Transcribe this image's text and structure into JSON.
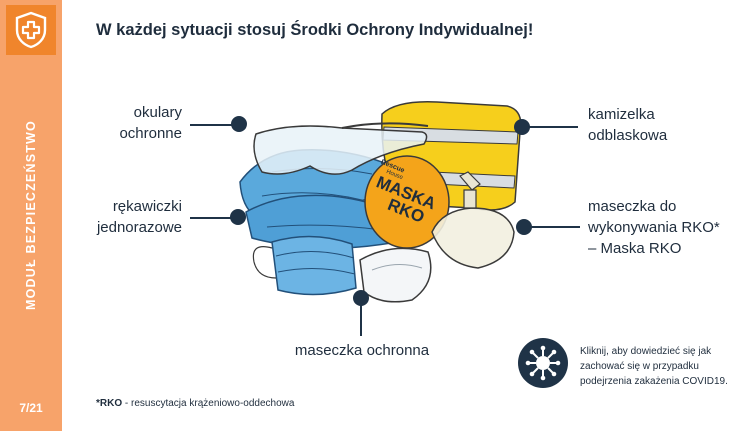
{
  "sidebar": {
    "icon": "shield-cross-icon",
    "module_label": "MODUŁ BEZPIECZEŃSTWO",
    "page": "7/21",
    "colors": {
      "background": "#f7a36a",
      "icon_box": "#f0852c"
    }
  },
  "title": "W każdej sytuacji stosuj Środki Ochrony Indywidualnej!",
  "labels": {
    "glasses_line1": "okulary",
    "glasses_line2": "ochronne",
    "gloves_line1": "rękawiczki",
    "gloves_line2": "jednorazowe",
    "mask": "maseczka ochronna",
    "vest_line1": "kamizelka",
    "vest_line2": "odblaskowa",
    "cpr_line1": "maseczka do",
    "cpr_line2": "wykonywania RKO*",
    "cpr_line3": "– Maska RKO"
  },
  "illustration": {
    "case_text_line1": "MASKA",
    "case_text_line2": "RKO",
    "brand_line1": "Rescue",
    "brand_line2": "House"
  },
  "covid": {
    "icon": "virus-icon",
    "text": "Kliknij, aby dowiedzieć się jak zachować się w przypadku podejrzenia zakażenia COVID19."
  },
  "footnote": {
    "term": "*RKO",
    "definition": " - resuscytacja krążeniowo-oddechowa"
  },
  "colors": {
    "navy": "#1f3347",
    "orange": "#f0852c",
    "yellow": "#f6cf1c",
    "blue": "#5aa9dc"
  }
}
